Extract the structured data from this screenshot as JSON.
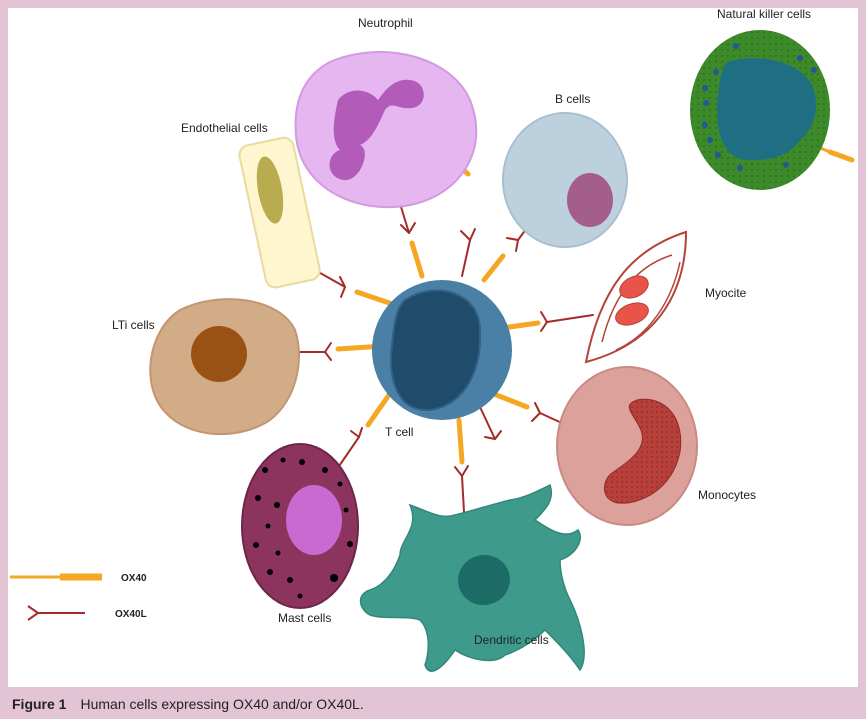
{
  "labels": {
    "neutrophil": "Neutrophil",
    "nk_cells": "Natural killer cells",
    "endothelial": "Endothelial cells",
    "b_cells": "B cells",
    "myocite": "Myocite",
    "lti_cells": "LTi cells",
    "t_cell": "T cell",
    "monocytes": "Monocytes",
    "mast_cells": "Mast cells",
    "dendritic": "Dendritic cells"
  },
  "legend": {
    "ox40": "OX40",
    "ox40l": "OX40L"
  },
  "caption": {
    "figure": "Figure 1",
    "text": "Human cells expressing OX40 and/or OX40L."
  },
  "colors": {
    "frame": "#e2c4d4",
    "ox40": "#f5a623",
    "ox40l": "#a52a2a",
    "t_cell": "#4a7fa6"
  }
}
